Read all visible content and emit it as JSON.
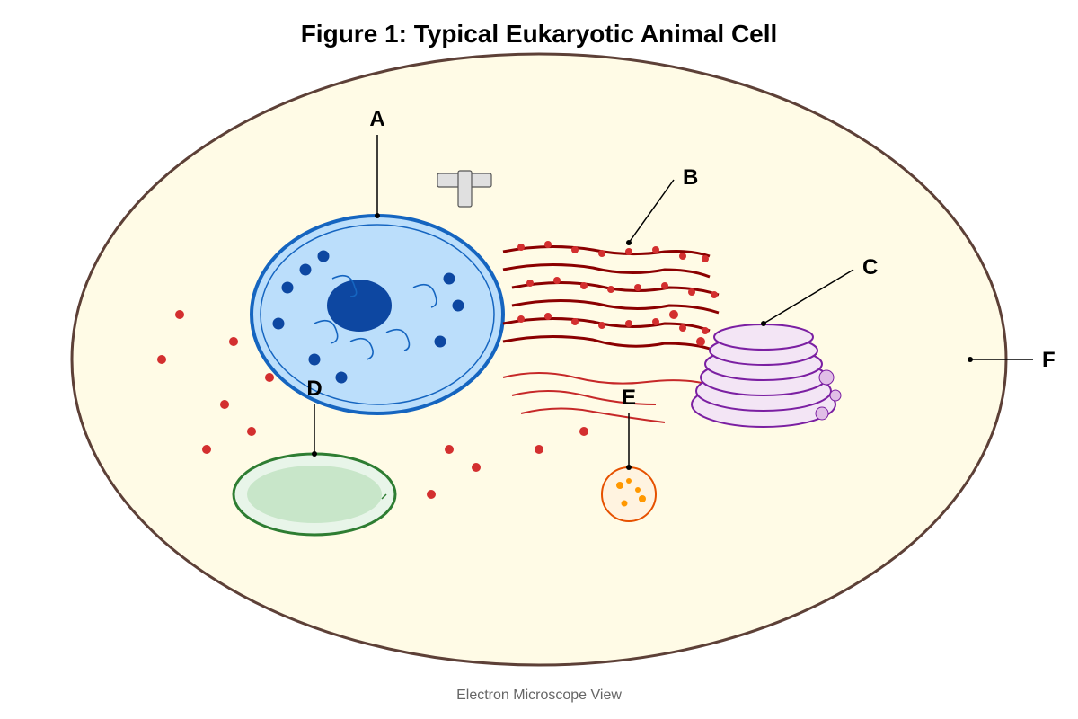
{
  "title": "Figure 1: Typical Eukaryotic Animal Cell",
  "caption": "Electron Microscope View",
  "labels": {
    "A": "A",
    "B": "B",
    "C": "C",
    "D": "D",
    "E": "E",
    "F": "F"
  },
  "colors": {
    "cytoplasm": "#fffbe6",
    "membrane": "#5d4037",
    "nucleus_fill": "#bbdefb",
    "nucleus_border": "#1565c0",
    "nucleolus": "#0d47a1",
    "rough_er": "#8b0000",
    "ribosome": "#d32f2f",
    "golgi_fill": "#f3e5f5",
    "golgi_border": "#7b1fa2",
    "mitochondrion_fill": "#c8e6c9",
    "mitochondrion_border": "#2e7d32",
    "lysosome_fill": "#fff3e0",
    "lysosome_border": "#e65100",
    "centriole": "#e0e0e0"
  }
}
